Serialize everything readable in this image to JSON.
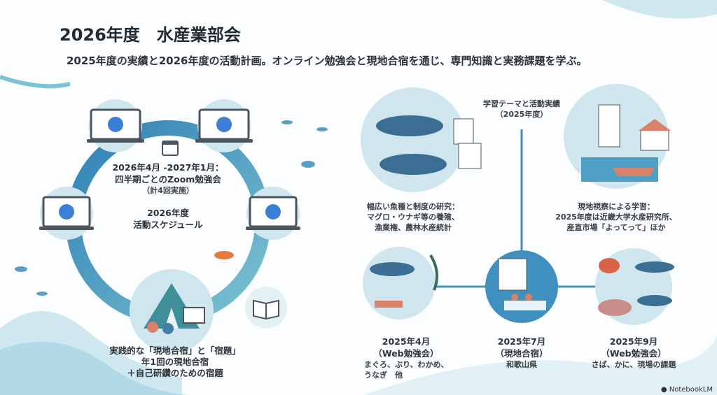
{
  "title": "2026年度　水産業部会",
  "subtitle": "2025年度の実績と2026年度の活動計画。オンライン勉強会と現地合宿を通じ、専門知識と実務課題を学ぶ。",
  "schedule": {
    "period": "2026年4月 -2027年1月：",
    "activity": "四半期ごとのZoom勉強会",
    "count": "（計4回実施）",
    "center_line1": "2026年度",
    "center_line2": "活動スケジュール",
    "camp_line1": "実践的な「現地合宿」と「宿題」",
    "camp_line2": "年1回の現地合宿",
    "camp_line3": "＋自己研鑽のための宿題"
  },
  "themes": {
    "heading1": "学習テーマと活動実績",
    "heading2": "（2025年度）",
    "left": {
      "title": "幅広い魚種と制度の研究：",
      "line1": "マグロ・ウナギ等の養殖、",
      "line2": "漁業権、農林水産統計"
    },
    "right": {
      "title": "現地視察による学習：",
      "line1": "2025年度は近畿大学水産研究所、",
      "line2": "産直市場「よってって」ほか"
    }
  },
  "timeline": [
    {
      "date": "2025年4月",
      "type": "（Web勉強会）",
      "desc1": "まぐろ、ぶり、わかめ、",
      "desc2": "うなぎ　他"
    },
    {
      "date": "2025年7月",
      "type": "（現地合宿）",
      "desc1": "和歌山県",
      "desc2": ""
    },
    {
      "date": "2025年9月",
      "type": "（Web勉強会）",
      "desc1": "さば、かに、現場の課題",
      "desc2": ""
    }
  ],
  "watermark": "NotebookLM",
  "colors": {
    "ring": "#3f8fbf",
    "circle_bg": "#cfe6ee",
    "accent": "#4a8fb8",
    "zoom_blue": "#3b7fd6"
  }
}
